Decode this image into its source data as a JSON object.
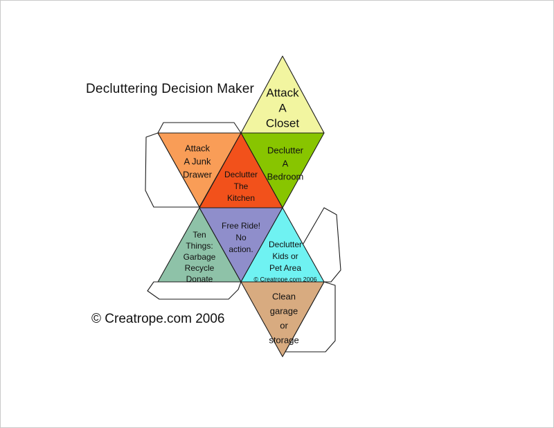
{
  "page": {
    "title": "Decluttering Decision Maker",
    "copyright": "© Creatrope.com 2006",
    "background": "#ffffff",
    "border_color": "#c9c9c9"
  },
  "diagram": {
    "kind": "octahedron-papercraft-net",
    "inner_copyright": "© Creatrope.com 2006",
    "faces": [
      {
        "id": "attack-a-closet",
        "label": "Attack A Closet",
        "lines": [
          "Attack",
          "A",
          "Closet"
        ],
        "color": "#f2f5a0",
        "orientation": "up",
        "text_size": "large"
      },
      {
        "id": "declutter-a-bedroom",
        "label": "Declutter A Bedroom",
        "lines": [
          "Declutter",
          "A",
          "Bedroom"
        ],
        "color": "#88c500",
        "orientation": "down",
        "text_size": "medium"
      },
      {
        "id": "attack-a-junk-drawer",
        "label": "Attack A Junk Drawer",
        "lines": [
          "Attack",
          "A Junk",
          "Drawer"
        ],
        "color": "#f99d57",
        "orientation": "down",
        "text_size": "medium"
      },
      {
        "id": "declutter-the-kitchen",
        "label": "Declutter The Kitchen",
        "lines": [
          "Declutter",
          "The",
          "Kitchen"
        ],
        "color": "#f2511b",
        "orientation": "up",
        "text_size": "small"
      },
      {
        "id": "ten-things",
        "label": "Ten Things: Garbage Recycle Donate",
        "lines": [
          "Ten",
          "Things:",
          "Garbage",
          "Recycle",
          "Donate"
        ],
        "color": "#8ec2a8",
        "orientation": "up",
        "text_size": "small"
      },
      {
        "id": "free-ride",
        "label": "Free Ride! No action.",
        "lines": [
          "Free Ride!",
          "No",
          "action."
        ],
        "color": "#8f8ecb",
        "orientation": "down",
        "text_size": "small"
      },
      {
        "id": "declutter-kids-or-pet-area",
        "label": "Declutter Kids or Pet Area",
        "lines": [
          "Declutter",
          "Kids or",
          "Pet Area"
        ],
        "color": "#6ff2f2",
        "orientation": "up",
        "text_size": "small"
      },
      {
        "id": "clean-garage-or-storage",
        "label": "Clean garage or storage",
        "lines": [
          "Clean",
          "garage",
          "or",
          "storage"
        ],
        "color": "#d8ab80",
        "orientation": "down",
        "text_size": "medium"
      }
    ]
  }
}
